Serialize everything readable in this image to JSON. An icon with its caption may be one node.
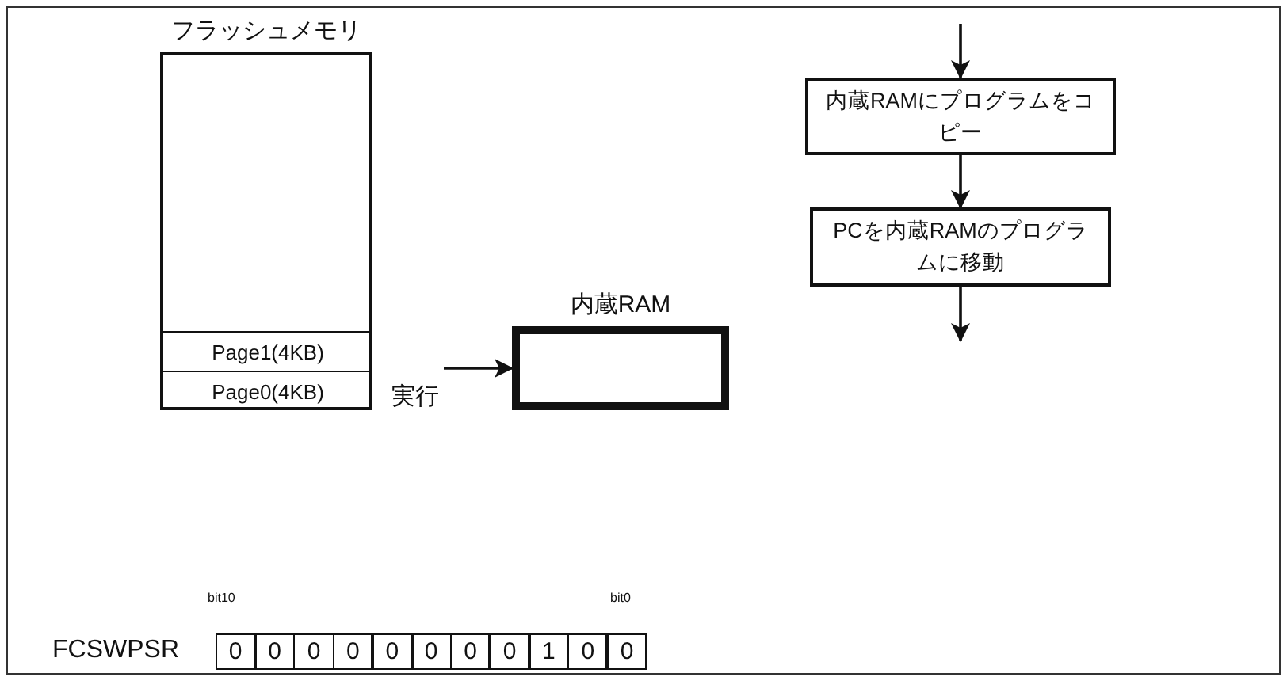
{
  "diagram": {
    "nodes": [
      {
        "text": [
          "フラッシュメモリ"
        ]
      },
      {
        "text": [
          "Page1(4KB)"
        ],
        "in": 0
      },
      {
        "text": [
          "Page0(4KB)"
        ],
        "in": 0
      },
      {
        "text": [
          "実行"
        ]
      },
      {
        "text": [
          "内蔵RAM"
        ]
      },
      {
        "text": [
          "内蔵RAMにプログラムをコピー"
        ]
      },
      {
        "text": [
          "PCを内蔵RAMのプログラムに移動"
        ]
      }
    ],
    "edges": [
      {
        "from": 3,
        "to": 4,
        "arrow": "to"
      },
      {
        "from": null,
        "to": 5,
        "arrow": "to"
      },
      {
        "from": 5,
        "to": 6,
        "arrow": "to"
      },
      {
        "from": 6,
        "to": null,
        "arrow": "to"
      }
    ],
    "labels": [
      "bit10",
      "bit0",
      "FCSWPSR",
      "0",
      "0",
      "0",
      "0",
      "0",
      "0",
      "0",
      "0",
      "1",
      "0",
      "0"
    ]
  }
}
